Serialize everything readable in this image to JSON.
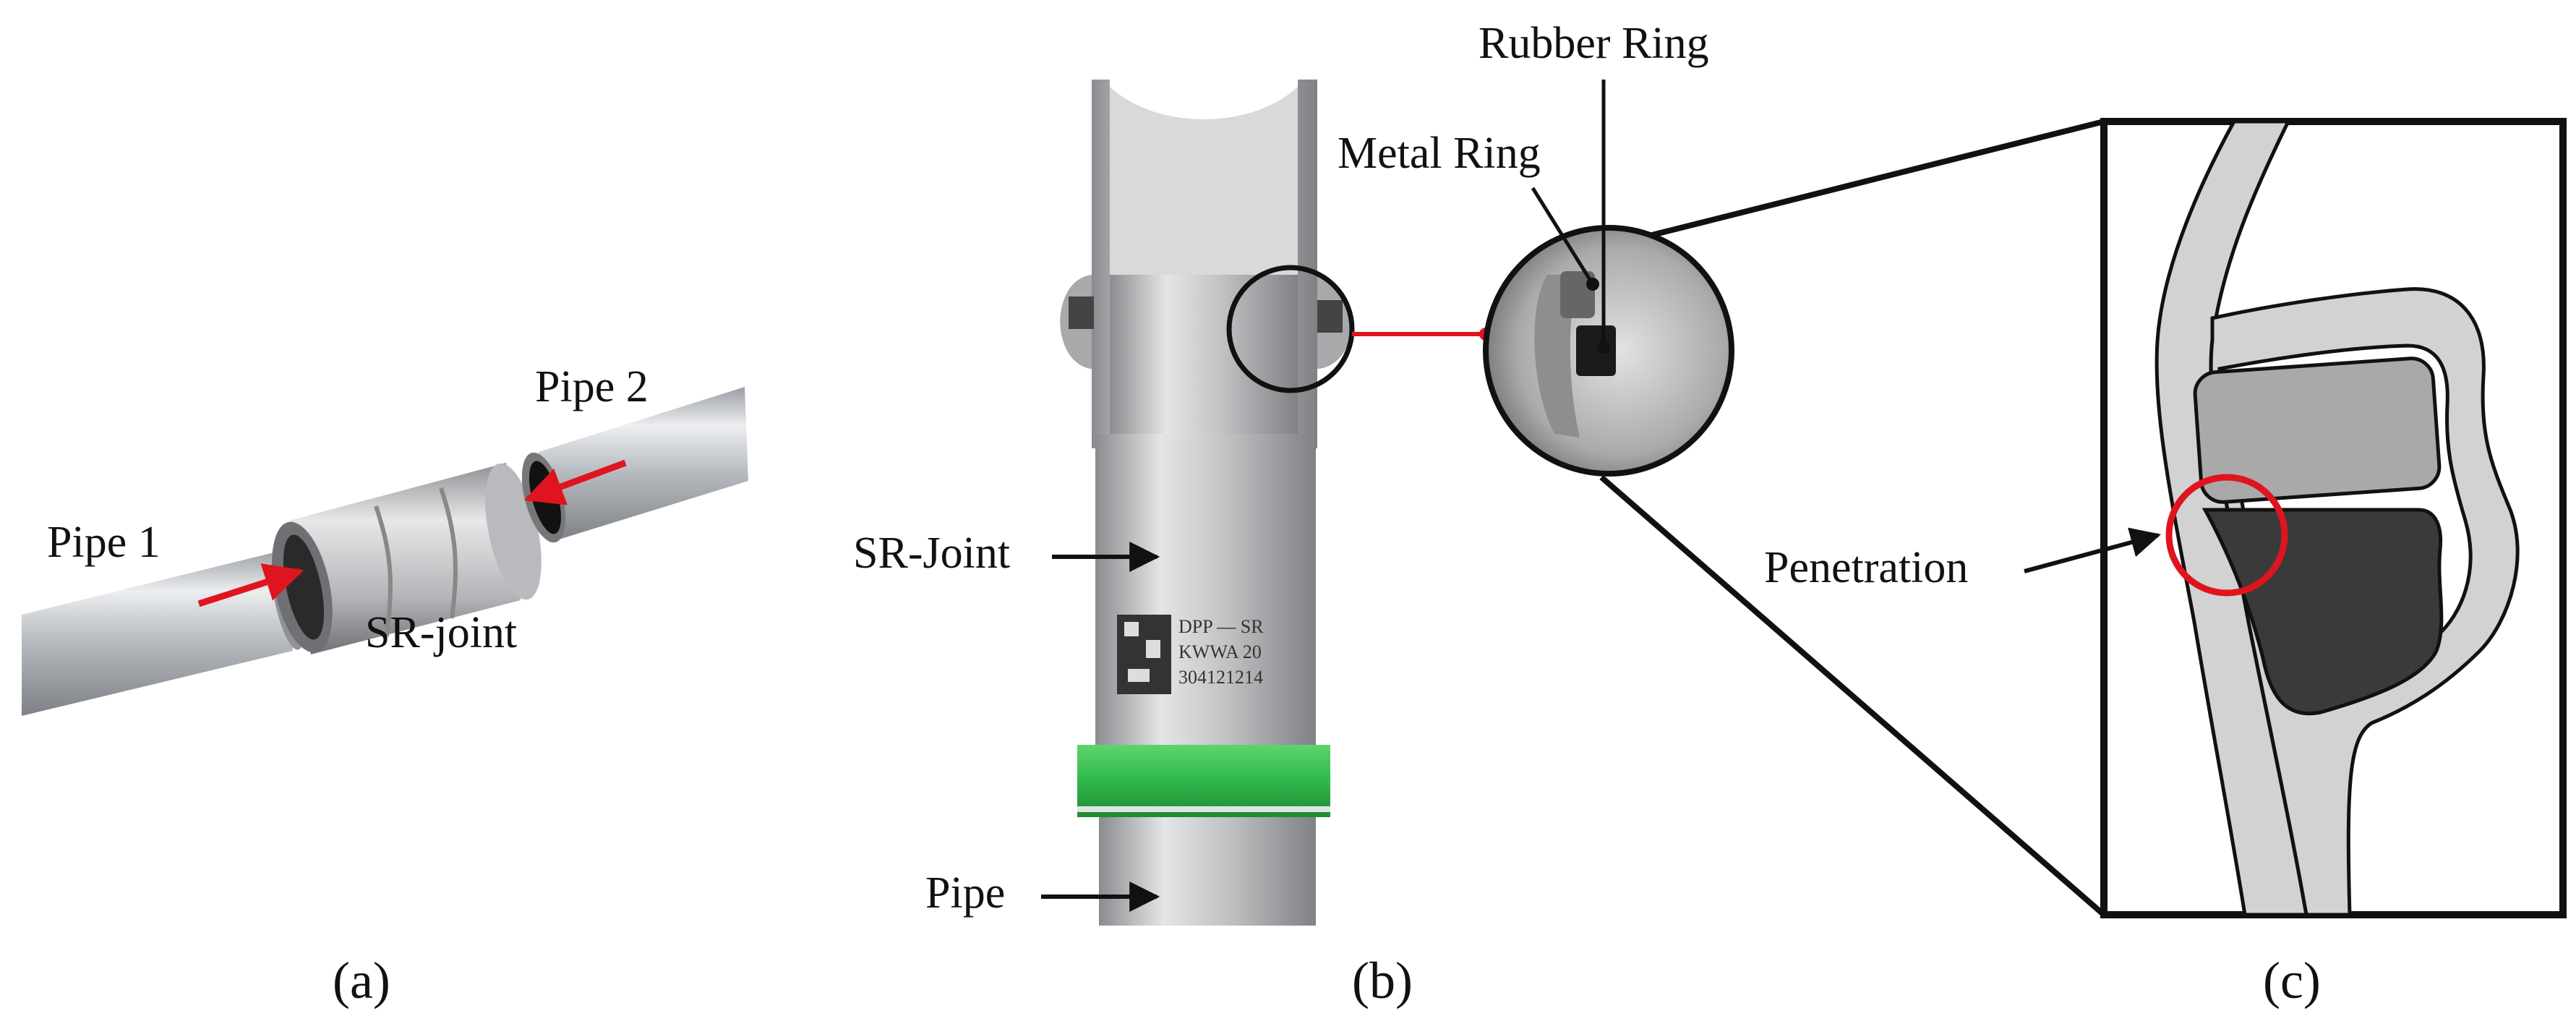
{
  "panel_a": {
    "label": "(a)",
    "pipe1_label": "Pipe 1",
    "pipe2_label": "Pipe 2",
    "joint_label": "SR-joint"
  },
  "panel_b": {
    "label": "(b)",
    "sr_joint_label": "SR-Joint",
    "pipe_label": "Pipe",
    "metal_ring_label": "Metal Ring",
    "rubber_ring_label": "Rubber Ring",
    "marking_text": [
      "DPP — SR",
      "KWWA  20",
      "304121214"
    ]
  },
  "panel_c": {
    "label": "(c)",
    "penetration_label": "Penetration"
  },
  "colors": {
    "arrow_red": "#e0141e",
    "band_green": "#2fb84a",
    "steel": "#c9c9c9",
    "rubber": "#3a3a3a",
    "metal_ring": "#a9a9a9",
    "outline": "#111111"
  }
}
